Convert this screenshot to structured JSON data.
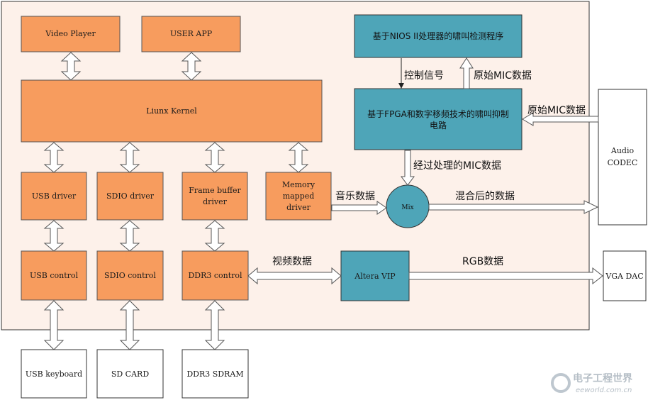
{
  "colors": {
    "board_bg": "#fdf1ea",
    "orange_box": "#f79c5e",
    "teal_box": "#4ea5b8",
    "white_box": "#ffffff",
    "border": "#333333"
  },
  "boxes": {
    "video_player": "Video Player",
    "user_app": "USER APP",
    "kernel": "Liunx Kernel",
    "usb_driver": "USB driver",
    "sdio_driver": "SDIO driver",
    "fb_driver_1": "Frame buffer",
    "fb_driver_2": "driver",
    "mm_driver_1": "Memory",
    "mm_driver_2": "mapped",
    "mm_driver_3": "driver",
    "usb_control": "USB control",
    "sdio_control": "SDIO control",
    "ddr3_control": "DDR3 control",
    "usb_keyboard": "USB keyboard",
    "sd_card": "SD CARD",
    "ddr3_sdram": "DDR3 SDRAM",
    "nios_program": "基于NIOS II处理器的啸叫检测程序",
    "fpga_circuit_1": "基于FPGA和数字移频技术的啸叫抑制",
    "fpga_circuit_2": "电路",
    "audio_codec_1": "Audio",
    "audio_codec_2": "CODEC",
    "mix": "Mix",
    "altera_vip": "Altera VIP",
    "vga_dac": "VGA DAC"
  },
  "arrow_labels": {
    "control_signal": "控制信号",
    "raw_mic_up": "原始MIC数据",
    "raw_mic_in": "原始MIC数据",
    "processed_mic": "经过处理的MIC数据",
    "music_data": "音乐数据",
    "mixed_data": "混合后的数据",
    "video_data": "视频数据",
    "rgb_data": "RGB数据"
  },
  "watermark": {
    "brand": "电子工程世界",
    "site": "eeworld.com.cn"
  }
}
